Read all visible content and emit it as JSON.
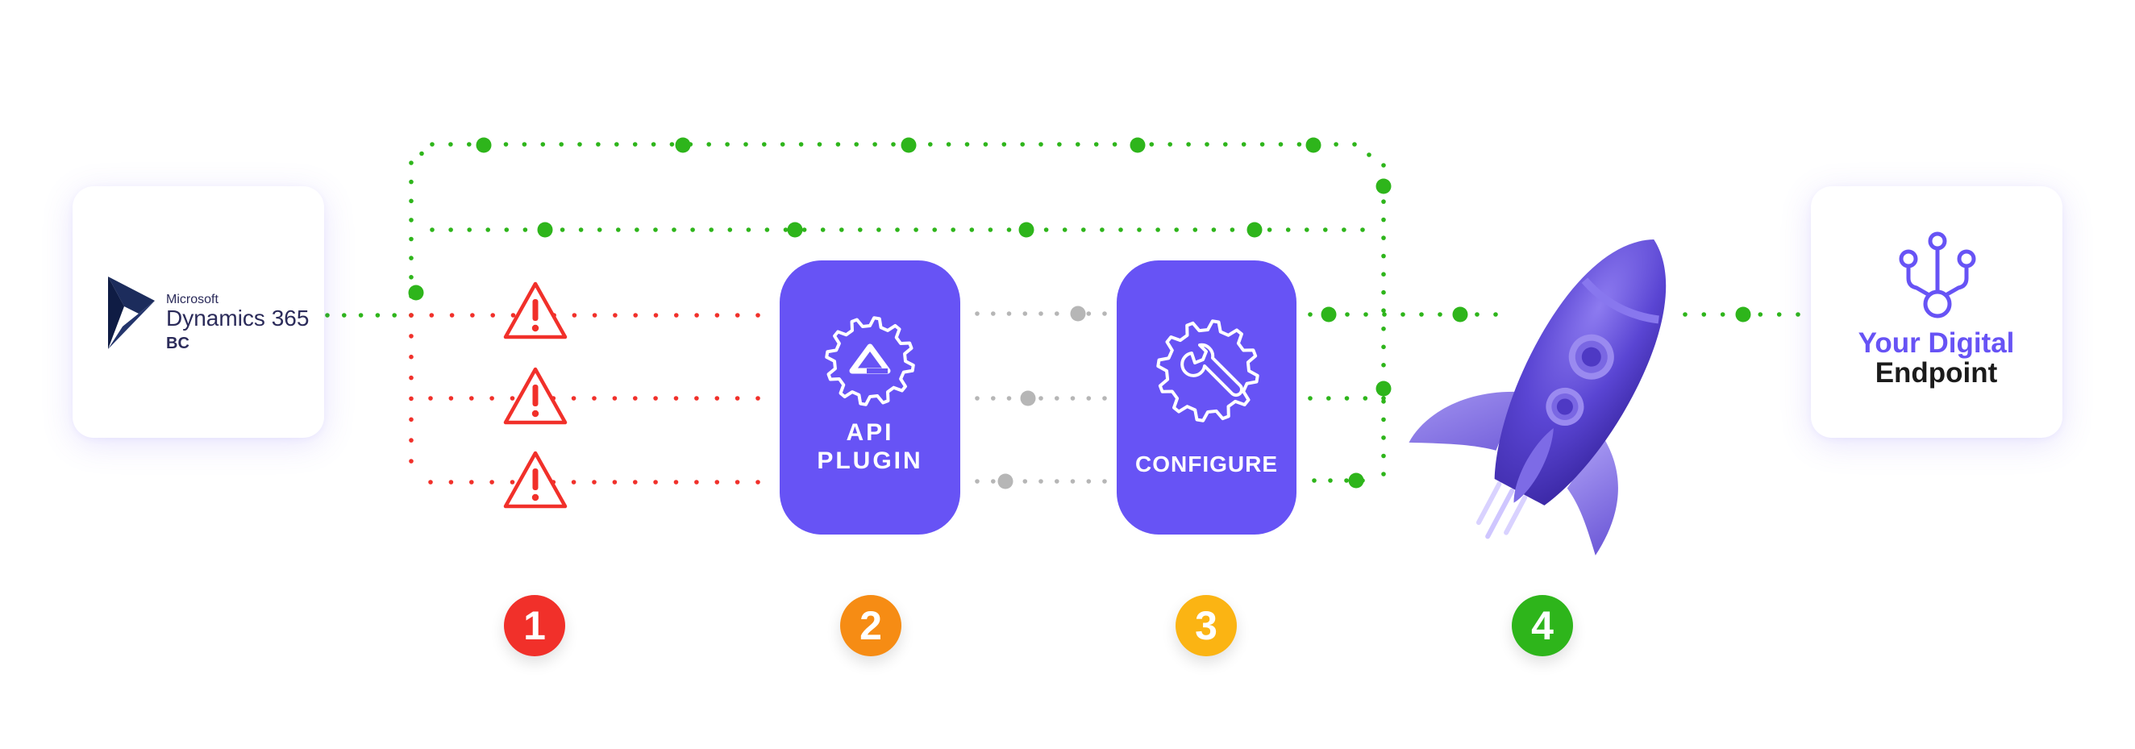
{
  "source": {
    "brand_line": "Microsoft",
    "product_line": "Dynamics 365",
    "edition_line": "BC",
    "logo_icon": "dynamics-365-logo-icon"
  },
  "steps": [
    {
      "number": "1",
      "color": "#f1302a",
      "icon": "warning-triangle-icon"
    },
    {
      "number": "2",
      "color": "#f68c14",
      "label": "API\nPLUGIN",
      "icon": "plugin-gear-icon"
    },
    {
      "number": "3",
      "color": "#fbb413",
      "label": "CONFIGURE",
      "icon": "gear-wrench-icon"
    },
    {
      "number": "4",
      "color": "#2eb51b",
      "icon": "rocket-icon"
    }
  ],
  "endpoint": {
    "line1": "Your Digital",
    "line2": "Endpoint",
    "icon": "hub-network-icon"
  },
  "colors": {
    "purple": "#6753f5",
    "success_green": "#2eb51b",
    "error_red": "#f1302a",
    "neutral_gray": "#b6b6b6",
    "dark_text": "#1b1b1b"
  }
}
